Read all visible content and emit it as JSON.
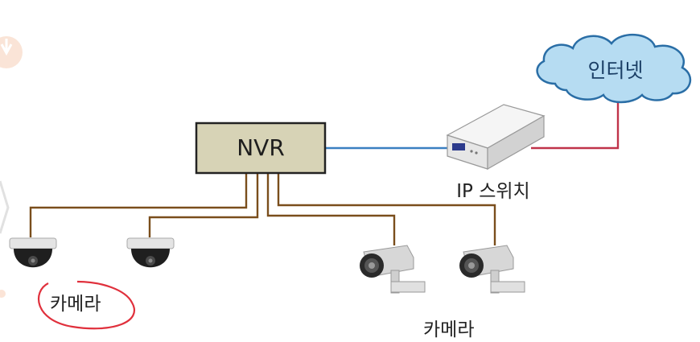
{
  "nvr": {
    "label": "NVR"
  },
  "internet": {
    "label": "인터넷"
  },
  "ip_switch": {
    "label": "IP 스위치"
  },
  "camera_labels": {
    "left": "카메라",
    "right": "카메라"
  },
  "colors": {
    "nvr_fill": "#d7d3b6",
    "cable_brown": "#7a4e1c",
    "link_blue": "#3a7fc1",
    "link_red": "#c0334a",
    "cloud_fill": "#b6dcf2",
    "cloud_stroke": "#2a6ea6",
    "annotation_red": "#e0303c"
  }
}
